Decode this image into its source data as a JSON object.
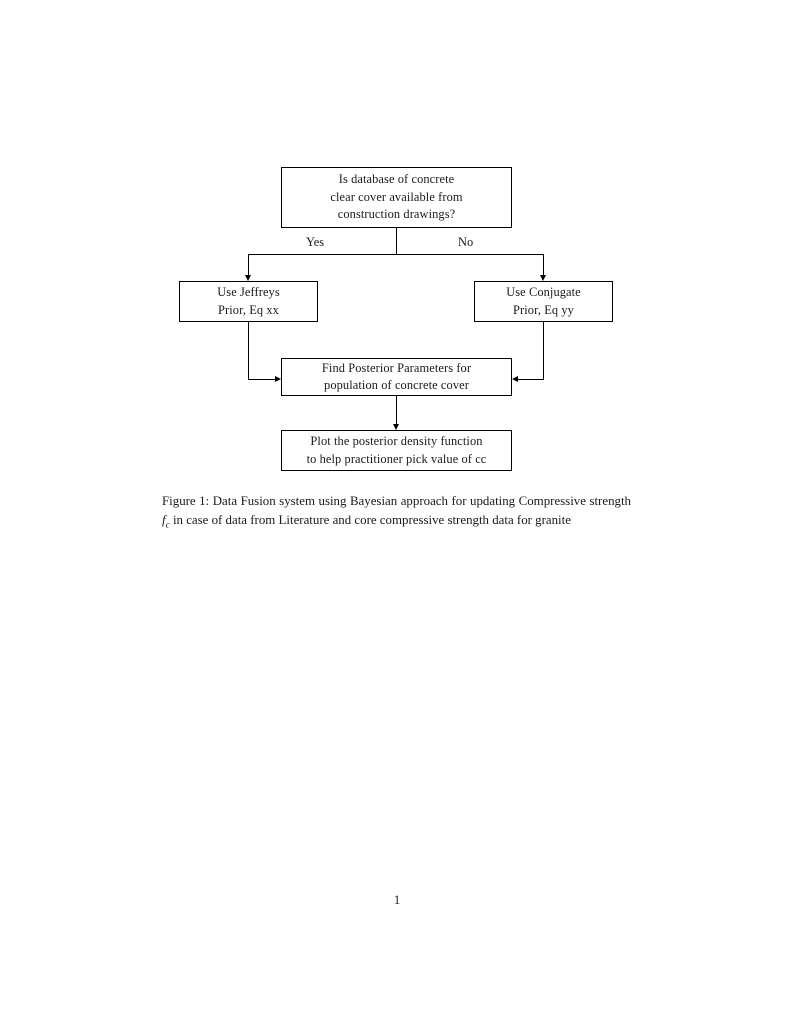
{
  "document": {
    "page_number": "1",
    "background_color": "#ffffff",
    "text_color": "#1a1a1a"
  },
  "figure": {
    "stroke_color": "#000000",
    "nodes": [
      {
        "id": "question",
        "lines": [
          "Is database of concrete",
          "clear cover available from",
          "construction drawings?"
        ]
      },
      {
        "id": "jeffreys",
        "lines": [
          "Use Jeffreys",
          "Prior, Eq xx"
        ]
      },
      {
        "id": "conjugate",
        "lines": [
          "Use Conjugate",
          "Prior, Eq yy"
        ]
      },
      {
        "id": "posterior",
        "lines": [
          "Find Posterior Parameters for",
          "population of concrete cover"
        ]
      },
      {
        "id": "plot",
        "lines": [
          "Plot the posterior density function",
          "to help practitioner pick value of cc"
        ]
      }
    ],
    "branch_labels": {
      "yes": "Yes",
      "no": "No"
    }
  },
  "caption": {
    "label": "Figure 1:",
    "text_before_math": " Data Fusion system using Bayesian approach for updating Compressive strength ",
    "math_symbol": "f",
    "math_subscript": "c",
    "text_after_math": " in case of data from Literature and core compressive strength data for granite"
  }
}
